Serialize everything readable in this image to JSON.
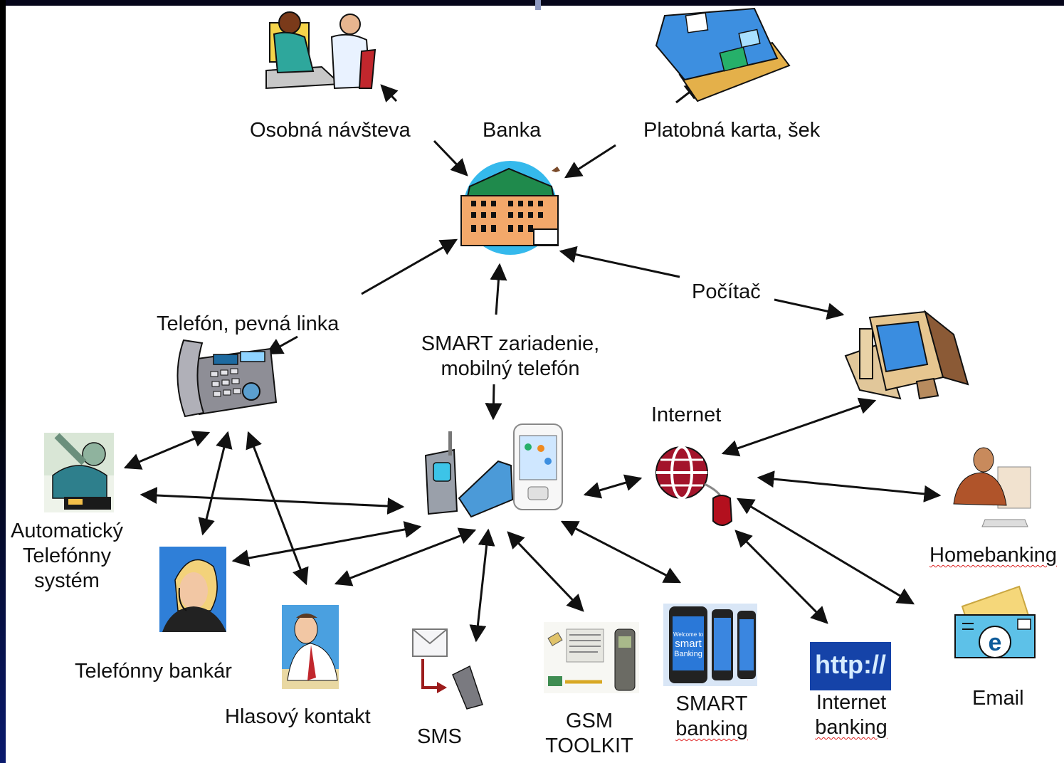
{
  "nodes": {
    "banka": "Banka",
    "osobna_navsteva": "Osobná návšteva",
    "platobna_karta": "Platobná karta, šek",
    "pocitac": "Počítač",
    "telefon_pevna": "Telefón, pevná linka",
    "smart_zariadenie_line1": "SMART zariadenie,",
    "smart_zariadenie_line2": "mobilný telefón",
    "internet": "Internet",
    "automaticky_line1": "Automatický",
    "automaticky_line2": "Telefónny",
    "automaticky_line3": "systém",
    "telefonny_bankar": "Telefónny bankár",
    "hlasovy_kontakt": "Hlasový kontakt",
    "sms": "SMS",
    "gsm_line1": "GSM",
    "gsm_line2": "TOOLKIT",
    "smart_banking_line1": "SMART",
    "smart_banking_line2": "banking",
    "internet_banking_line1": "Internet",
    "internet_banking_line2": "banking",
    "homebanking": "Homebanking",
    "email": "Email"
  },
  "icon_text": {
    "http": "http://",
    "smart_app_line1": "Welcome to",
    "smart_app_line2": "smart",
    "smart_app_line3": "Banking"
  },
  "colors": {
    "arrow": "#111111",
    "globe": "#a3142b",
    "mouse": "#b3101e",
    "bank_sky": "#35b9ec",
    "bank_roof": "#1f8a4c",
    "http_bg": "#1543a8"
  }
}
